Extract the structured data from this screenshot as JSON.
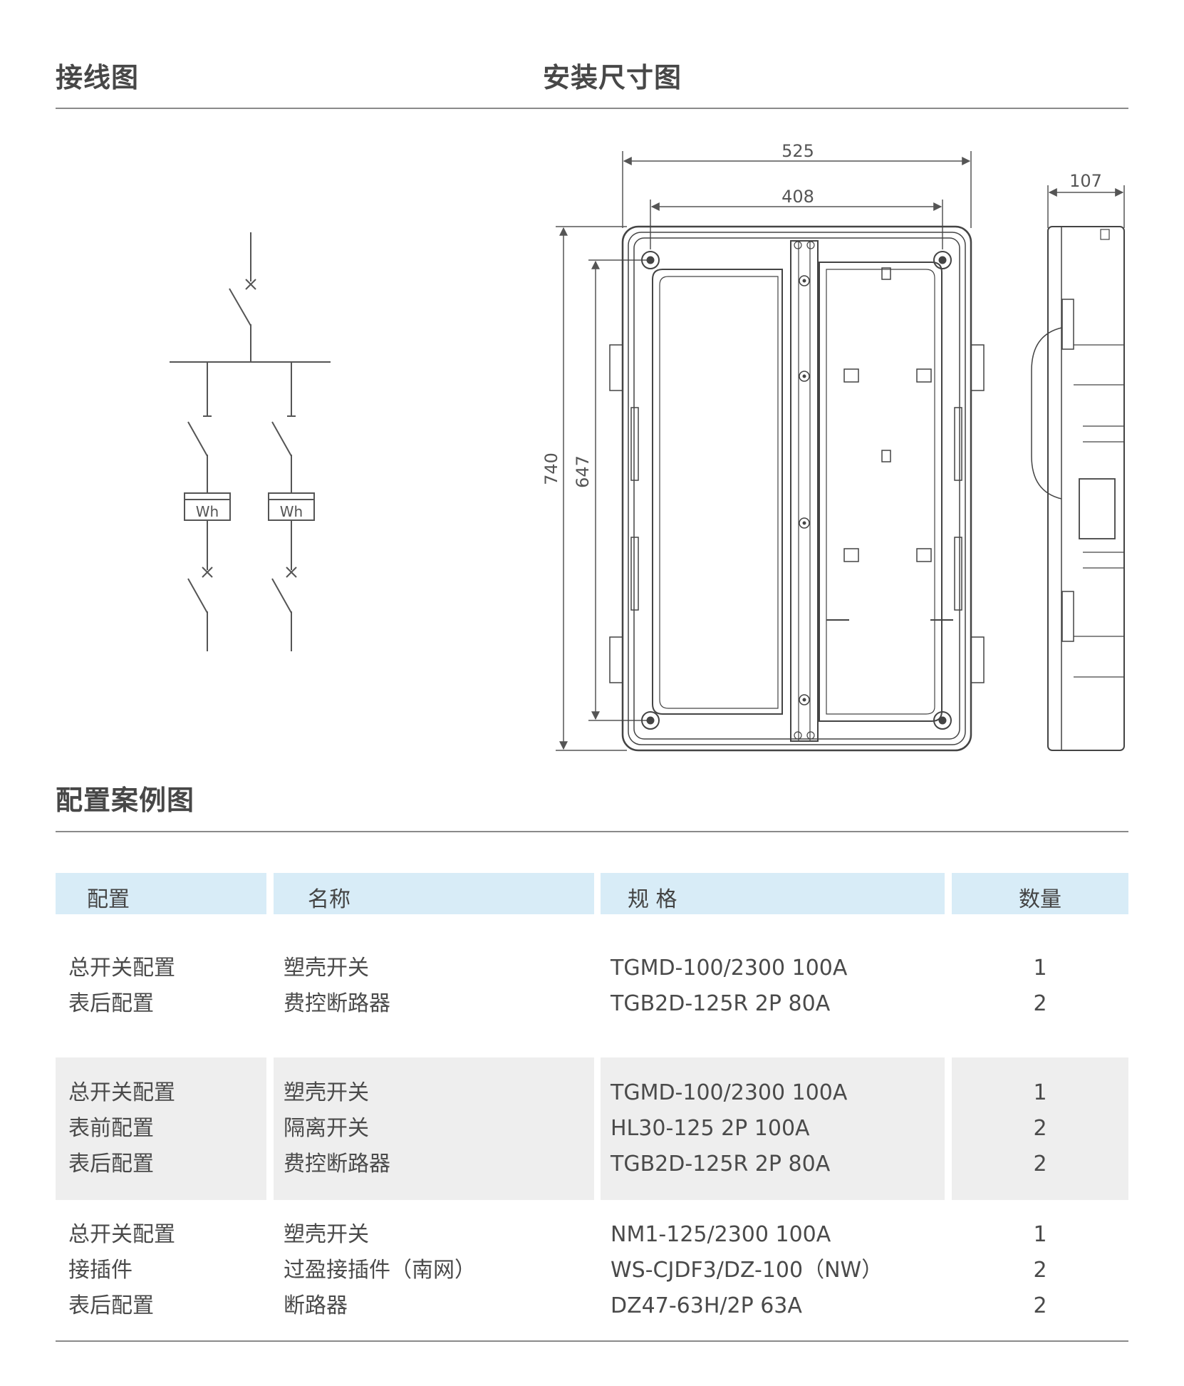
{
  "headings": {
    "wiring": "接线图",
    "dimensions": "安装尺寸图",
    "config_examples": "配置案例图"
  },
  "wiring_diagram": {
    "meter_label": "Wh"
  },
  "dimension_diagram": {
    "width_outer": "525",
    "width_inner": "408",
    "height_outer": "740",
    "height_inner": "647",
    "depth": "107"
  },
  "table": {
    "headers": [
      "配置",
      "名称",
      "规 格",
      "数量"
    ],
    "groups": [
      {
        "config": [
          "总开关配置",
          "表后配置"
        ],
        "name": [
          "塑壳开关",
          "费控断路器"
        ],
        "spec": [
          "TGMD-100/2300 100A",
          "TGB2D-125R 2P 80A"
        ],
        "qty": [
          "1",
          "2"
        ]
      },
      {
        "config": [
          "总开关配置",
          "表前配置",
          "表后配置"
        ],
        "name": [
          "塑壳开关",
          "隔离开关",
          "费控断路器"
        ],
        "spec": [
          "TGMD-100/2300 100A",
          "HL30-125 2P 100A",
          "TGB2D-125R 2P 80A"
        ],
        "qty": [
          "1",
          "2",
          "2"
        ]
      },
      {
        "config": [
          "总开关配置",
          "接插件",
          "表后配置"
        ],
        "name": [
          "塑壳开关",
          "过盈接插件（南网）",
          "断路器"
        ],
        "spec": [
          "NM1-125/2300 100A",
          "WS-CJDF3/DZ-100（NW）",
          "DZ47-63H/2P 63A"
        ],
        "qty": [
          "1",
          "2",
          "2"
        ]
      }
    ]
  }
}
